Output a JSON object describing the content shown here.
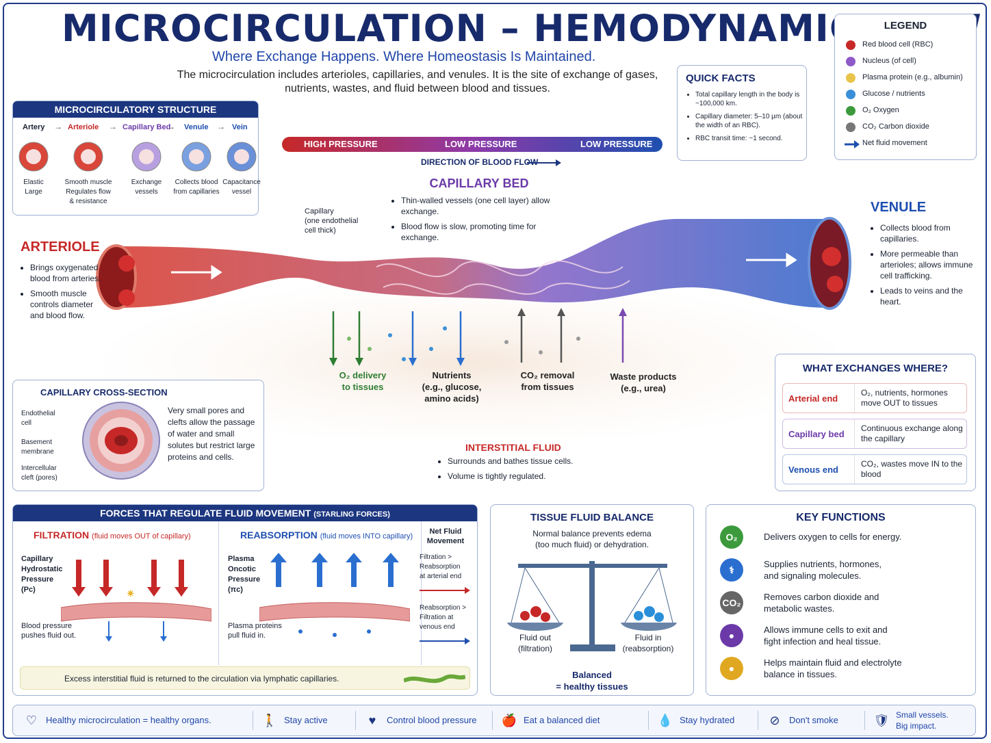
{
  "header": {
    "title": "MICROCIRCULATION – HEMODYNAMIC VIEW",
    "subtitle": "Where Exchange Happens. Where Homeostasis Is Maintained.",
    "intro": "The microcirculation includes arterioles, capillaries, and venules. It is the site of exchange of gases, nutrients, wastes, and fluid between blood and tissues."
  },
  "structure": {
    "heading": "MICROCIRCULATORY STRUCTURE",
    "arrow": "→",
    "steps": [
      {
        "name": "Artery",
        "desc": "Elastic\nLarge"
      },
      {
        "name": "Arteriole",
        "desc": "Smooth muscle\nRegulates flow\n& resistance"
      },
      {
        "name": "Capillary Bed",
        "desc": "Exchange\nvessels"
      },
      {
        "name": "Venule",
        "desc": "Collects blood\nfrom capillaries"
      },
      {
        "name": "Vein",
        "desc": "Capacitance\nvessel"
      }
    ]
  },
  "quick_facts": {
    "heading": "QUICK FACTS",
    "items": [
      "Total capillary length in the body is ~100,000 km.",
      "Capillary diameter: 5–10 µm (about the width of an RBC).",
      "RBC transit time: ~1 second."
    ]
  },
  "legend": {
    "heading": "LEGEND",
    "items": [
      {
        "label": "Red blood cell (RBC)",
        "color": "#c62828"
      },
      {
        "label": "Nucleus (of cell)",
        "color": "#8e5ac8"
      },
      {
        "label": "Plasma protein (e.g., albumin)",
        "color": "#e8c44a"
      },
      {
        "label": "Glucose / nutrients",
        "color": "#3a8fd8"
      },
      {
        "label": "O₂  Oxygen",
        "color": "#3c9a3c",
        "symbol": "O₂"
      },
      {
        "label": "CO₂  Carbon dioxide",
        "color": "#777777"
      },
      {
        "label": "Net fluid movement",
        "color": "#1e4fb0",
        "symbol": "arrow"
      }
    ]
  },
  "pressure_bar": {
    "left": "HIGH PRESSURE",
    "mid": "LOW PRESSURE",
    "right": "LOW PRESSURE"
  },
  "flow": {
    "label": "DIRECTION OF BLOOD FLOW"
  },
  "capillary_bed": {
    "heading": "CAPILLARY BED",
    "items": [
      "Thin-walled vessels (one cell layer) allow exchange.",
      "Blood flow is slow, promoting time for exchange."
    ]
  },
  "capillary_label": "Capillary\n(one endothelial\ncell thick)",
  "arteriole": {
    "heading": "ARTERIOLE",
    "items": [
      "Brings oxygenated blood from arteries.",
      "Smooth muscle controls diameter and blood flow."
    ]
  },
  "venule": {
    "heading": "VENULE",
    "items": [
      "Collects blood from capillaries.",
      "More permeable than arterioles; allows immune cell trafficking.",
      "Leads to veins and the heart."
    ]
  },
  "exchange_labels": [
    {
      "text": "O₂ delivery\nto tissues",
      "color": "#2e7d32"
    },
    {
      "text": "Nutrients\n(e.g., glucose,\namino acids)",
      "color": "#222"
    },
    {
      "text": "CO₂ removal\nfrom tissues",
      "color": "#222"
    },
    {
      "text": "Waste products\n(e.g., urea)",
      "color": "#222"
    }
  ],
  "interstitial": {
    "heading": "INTERSTITIAL FLUID",
    "items": [
      "Surrounds and bathes tissue cells.",
      "Volume is tightly regulated."
    ]
  },
  "cross_section": {
    "heading": "CAPILLARY CROSS-SECTION",
    "labels": [
      "Endothelial\ncell",
      "Basement\nmembrane",
      "Intercellular\ncleft (pores)"
    ],
    "desc": "Very small pores and clefts allow the passage of water and small solutes but restrict large proteins and cells."
  },
  "what_exchanges": {
    "heading": "WHAT EXCHANGES WHERE?",
    "rows": [
      {
        "where": "Arterial end",
        "what": "O₂, nutrients, hormones move OUT to tissues",
        "color": "#c62828"
      },
      {
        "where": "Capillary bed",
        "what": "Continuous exchange along the capillary",
        "color": "#6b3aa8"
      },
      {
        "where": "Venous end",
        "what": "CO₂, wastes move IN to the blood",
        "color": "#1e4fb0"
      }
    ]
  },
  "forces": {
    "heading": "FORCES THAT REGULATE FLUID MOVEMENT",
    "heading_sub": "(STARLING FORCES)",
    "filtration": {
      "title": "FILTRATION",
      "sub": "(fluid moves OUT of capillary)",
      "force": "Capillary\nHydrostatic\nPressure\n(Pc)",
      "note": "Blood pressure\npushes fluid out."
    },
    "reabsorption": {
      "title": "REABSORPTION",
      "sub": "(fluid moves INTO capillary)",
      "force": "Plasma\nOncotic\nPressure\n(πc)",
      "note": "Plasma proteins\npull fluid in."
    },
    "net": {
      "title": "Net Fluid\nMovement",
      "a": "Filtration >\nReabsorption\nat arterial end",
      "b": "Reabsorption >\nFiltration at\nvenous end"
    },
    "footer": "Excess interstitial fluid is returned to the circulation via lymphatic capillaries."
  },
  "tissue_balance": {
    "heading": "TISSUE FLUID BALANCE",
    "desc": "Normal balance prevents edema\n(too much fluid) or dehydration.",
    "left": "Fluid out\n(filtration)",
    "right": "Fluid in\n(reabsorption)",
    "result": "Balanced\n= healthy tissues"
  },
  "key_functions": {
    "heading": "KEY FUNCTIONS",
    "items": [
      {
        "icon": "O₂",
        "text": "Delivers oxygen to cells for energy.",
        "color": "#3c9a3c"
      },
      {
        "icon": "⚕",
        "text": "Supplies nutrients, hormones,\nand signaling molecules.",
        "color": "#2a6fd0"
      },
      {
        "icon": "CO₂",
        "text": "Removes carbon dioxide and\nmetabolic wastes.",
        "color": "#666666"
      },
      {
        "icon": "●",
        "text": "Allows immune cells to exit and\nfight infection and heal tissue.",
        "color": "#6b3aa8"
      },
      {
        "icon": "●",
        "text": "Helps maintain fluid and electrolyte\nbalance in tissues.",
        "color": "#e0a820"
      }
    ]
  },
  "footer": [
    {
      "icon": "heart-icon",
      "glyph": "♡",
      "text": "Healthy microcirculation = healthy organs."
    },
    {
      "icon": "walking-icon",
      "glyph": "🚶",
      "text": "Stay active"
    },
    {
      "icon": "blood-pressure-icon",
      "glyph": "♥",
      "text": "Control blood pressure"
    },
    {
      "icon": "apple-icon",
      "glyph": "🍎",
      "text": "Eat a balanced diet"
    },
    {
      "icon": "water-drop-icon",
      "glyph": "💧",
      "text": "Stay hydrated"
    },
    {
      "icon": "no-smoking-icon",
      "glyph": "⊘",
      "text": "Don't smoke"
    },
    {
      "icon": "shield-icon",
      "glyph": "🛡",
      "text": "Small vessels.\nBig impact."
    }
  ]
}
